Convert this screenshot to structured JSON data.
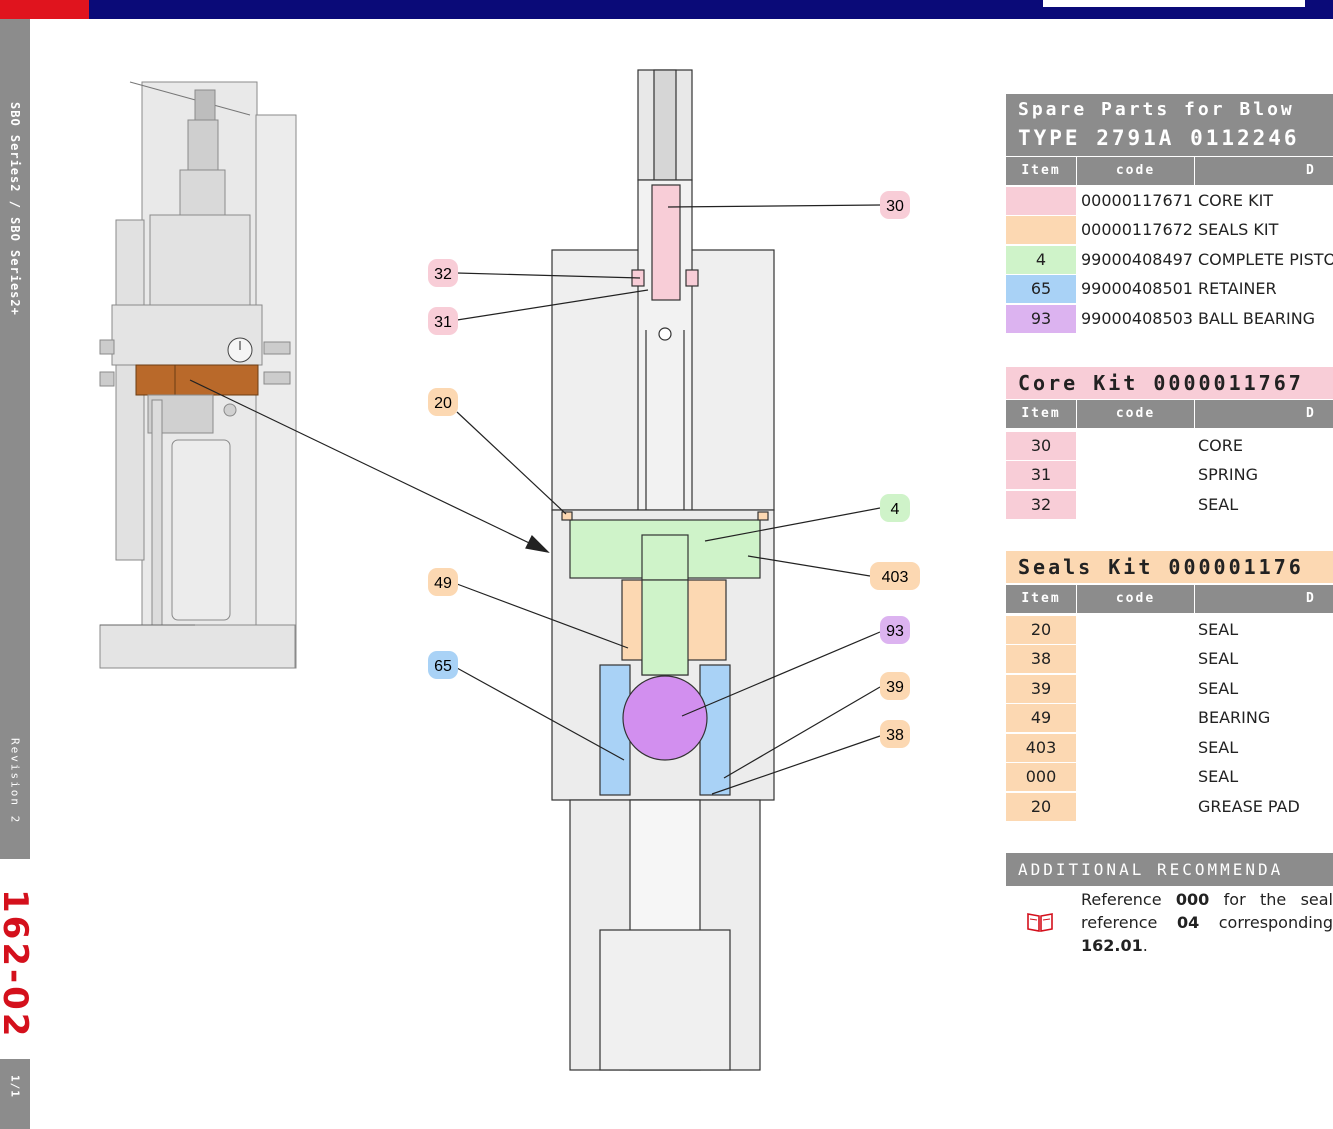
{
  "header": {
    "red_color": "#e0141e",
    "navy_color": "#0a0a78"
  },
  "sidebar": {
    "series": "SBO Series2 / SBO Series2+",
    "revision": "Revision 2",
    "doc_number": "162-02",
    "page": "1/1"
  },
  "callouts": {
    "c30": "30",
    "c32": "32",
    "c31": "31",
    "c20": "20",
    "c4": "4",
    "c403": "403",
    "c49": "49",
    "c93": "93",
    "c65": "65",
    "c39": "39",
    "c38": "38"
  },
  "spare_parts": {
    "title_line1": "Spare Parts for Blow",
    "title_line2": "TYPE 2791A 0112246",
    "headers": {
      "item": "Item",
      "code": "code",
      "desc": "D"
    },
    "rows": [
      {
        "item": "",
        "code": "00000117671",
        "desc": "CORE KIT",
        "color": "pink"
      },
      {
        "item": "",
        "code": "00000117672",
        "desc": "SEALS KIT",
        "color": "peach"
      },
      {
        "item": "4",
        "code": "99000408497",
        "desc": "COMPLETE PISTO",
        "color": "green"
      },
      {
        "item": "65",
        "code": "99000408501",
        "desc": "RETAINER",
        "color": "blue"
      },
      {
        "item": "93",
        "code": "99000408503",
        "desc": "BALL BEARING",
        "color": "purple"
      }
    ]
  },
  "core_kit": {
    "title": "Core Kit 0000011767",
    "headers": {
      "item": "Item",
      "code": "code",
      "desc": "D"
    },
    "rows": [
      {
        "item": "30",
        "code": "",
        "desc": "CORE"
      },
      {
        "item": "31",
        "code": "",
        "desc": "SPRING"
      },
      {
        "item": "32",
        "code": "",
        "desc": "SEAL"
      }
    ]
  },
  "seals_kit": {
    "title": "Seals Kit 000001176",
    "headers": {
      "item": "Item",
      "code": "code",
      "desc": "D"
    },
    "rows": [
      {
        "item": "20",
        "code": "",
        "desc": "SEAL"
      },
      {
        "item": "38",
        "code": "",
        "desc": "SEAL"
      },
      {
        "item": "39",
        "code": "",
        "desc": "SEAL"
      },
      {
        "item": "49",
        "code": "",
        "desc": "BEARING"
      },
      {
        "item": "403",
        "code": "",
        "desc": "SEAL"
      },
      {
        "item": "000",
        "code": "",
        "desc": "SEAL"
      },
      {
        "item": "20",
        "code": "",
        "desc": "GREASE PAD"
      }
    ]
  },
  "additional": {
    "title": "ADDITIONAL RECOMMENDA",
    "icon": "book-icon",
    "line1_pre": "Reference ",
    "line1_bold": "000",
    "line1_post": " for the seal",
    "line2_pre": "reference ",
    "line2_bold": "04",
    "line2_post": " corresponding",
    "line3_bold": "162.01",
    "line3_post": "."
  },
  "colors": {
    "pink": "#f8cdd7",
    "peach": "#fcd8b2",
    "green": "#cff3c9",
    "blue": "#a9d2f6",
    "purple": "#dcb3f0",
    "gray": "#8c8c8c"
  }
}
